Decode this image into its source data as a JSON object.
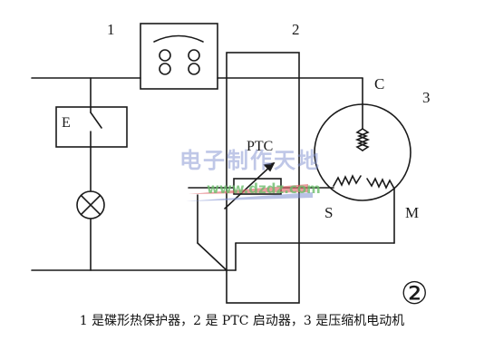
{
  "labels": {
    "component_1": "1",
    "component_2": "2",
    "component_3": "3",
    "switch_e": "E",
    "ptc": "PTC",
    "terminal_c": "C",
    "terminal_s": "S",
    "terminal_m": "M",
    "figure_number": "②"
  },
  "watermark": {
    "title": "电子制作天地",
    "url": "www.dzdz.com"
  },
  "caption": "1 是碟形热保护器，2 是 PTC 启动器，3 是压缩机电动机",
  "colors": {
    "line": "#1a1a1a",
    "watermark_blue": "#7f8fd0",
    "watermark_red": "#e0656a",
    "watermark_green": "#6bbd6b"
  }
}
